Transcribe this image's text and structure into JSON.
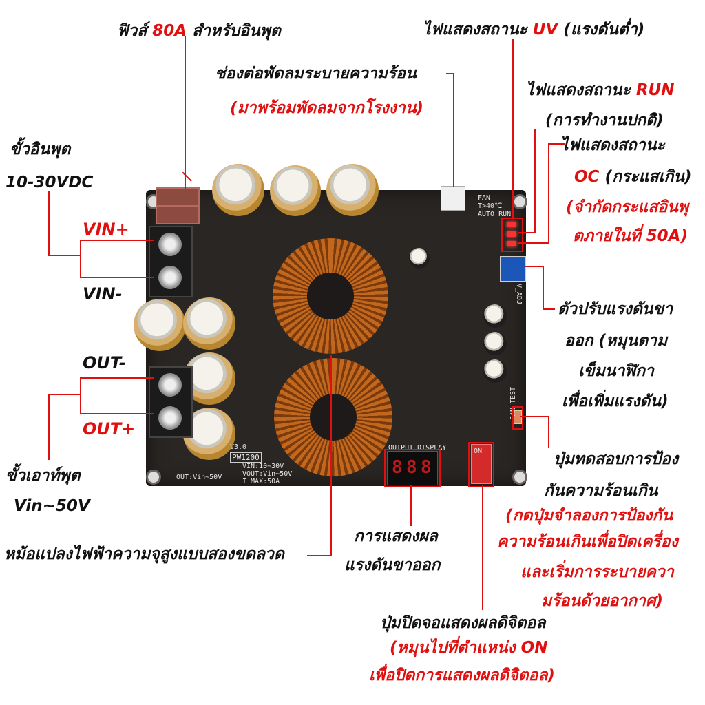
{
  "labels": {
    "fuse_pre": "ฟิวส์ ",
    "fuse_amp": "80A",
    "fuse_post": " สำหรับอินพุต",
    "fan_conn": "ช่องต่อพัดลมระบายความร้อน",
    "fan_conn_note": "(มาพร้อมพัดลมจากโรงงาน)",
    "uv_pre": "ไฟแสดงสถานะ ",
    "uv_code": "UV",
    "uv_post": " (แรงดันต่ำ)",
    "run_pre": "ไฟแสดงสถานะ ",
    "run_code": "RUN",
    "run_note": "(การทำงานปกติ)",
    "oc_title": "ไฟแสดงสถานะ",
    "oc_code": "OC",
    "oc_post": " (กระแสเกิน)",
    "oc_note_1": "(จำกัดกระแสอินพุ",
    "oc_note_2": "ตภายในที่ 50A)",
    "input_terminal_1": "ขั้วอินพุต",
    "input_terminal_2": "10-30VDC",
    "vin_plus": "VIN+",
    "vin_minus": "VIN-",
    "out_minus": "OUT-",
    "out_plus": "OUT+",
    "output_terminal_1": "ขั้วเอาท์พุต",
    "output_terminal_2": "Vin~50V",
    "pot_1": "ตัวปรับแรงดันขา",
    "pot_2": "ออก (หมุนตาม",
    "pot_3": "เข็มนาฬิกา",
    "pot_4": "เพื่อเพิ่มแรงดัน)",
    "fan_test_1": "ปุ่มทดสอบการป้อง",
    "fan_test_2": "กันความร้อนเกิน",
    "fan_test_note_1": "(กดปุ่มจำลองการป้องกัน",
    "fan_test_note_2": "ความร้อนเกินเพื่อปิดเครื่อง",
    "fan_test_note_3": "และเริ่มการระบายควา",
    "fan_test_note_4": "มร้อนด้วยอากาศ)",
    "inductor": "หม้อแปลงไฟฟ้าความจุสูงแบบสองขดลวด",
    "display_1": "การแสดงผล",
    "display_2": "แรงดันขาออก",
    "display_switch": "ปุ่มปิดจอแสดงผลดิจิตอล",
    "display_switch_note_1": "(หมุนไปที่ตำแหน่ง ON",
    "display_switch_note_2": "เพื่อปิดการแสดงผลดิจิตอล)"
  },
  "board": {
    "model": "PW1200",
    "version": "V3.0",
    "spec_vin": "VIN:10~30V",
    "spec_vout": "VOUT:Vin~50V",
    "spec_imax": "I_MAX:50A",
    "out_range": "OUT:Vin~50V",
    "output_display_silk": "OUTPUT DISPLAY",
    "fan_test_silk": "FAN TEST",
    "fan_silk": "FAN",
    "temp_silk": "T>40℃",
    "auto_run_silk": "AUTO_RUN",
    "switch_on_silk": "ON",
    "vadj_silk": "V_ADJ",
    "display_digits": [
      "8",
      "8",
      "8"
    ]
  },
  "colors": {
    "highlight_red": "#e01010",
    "text_black": "#111111",
    "board": "#2a2624",
    "copper": "#c2671e"
  }
}
